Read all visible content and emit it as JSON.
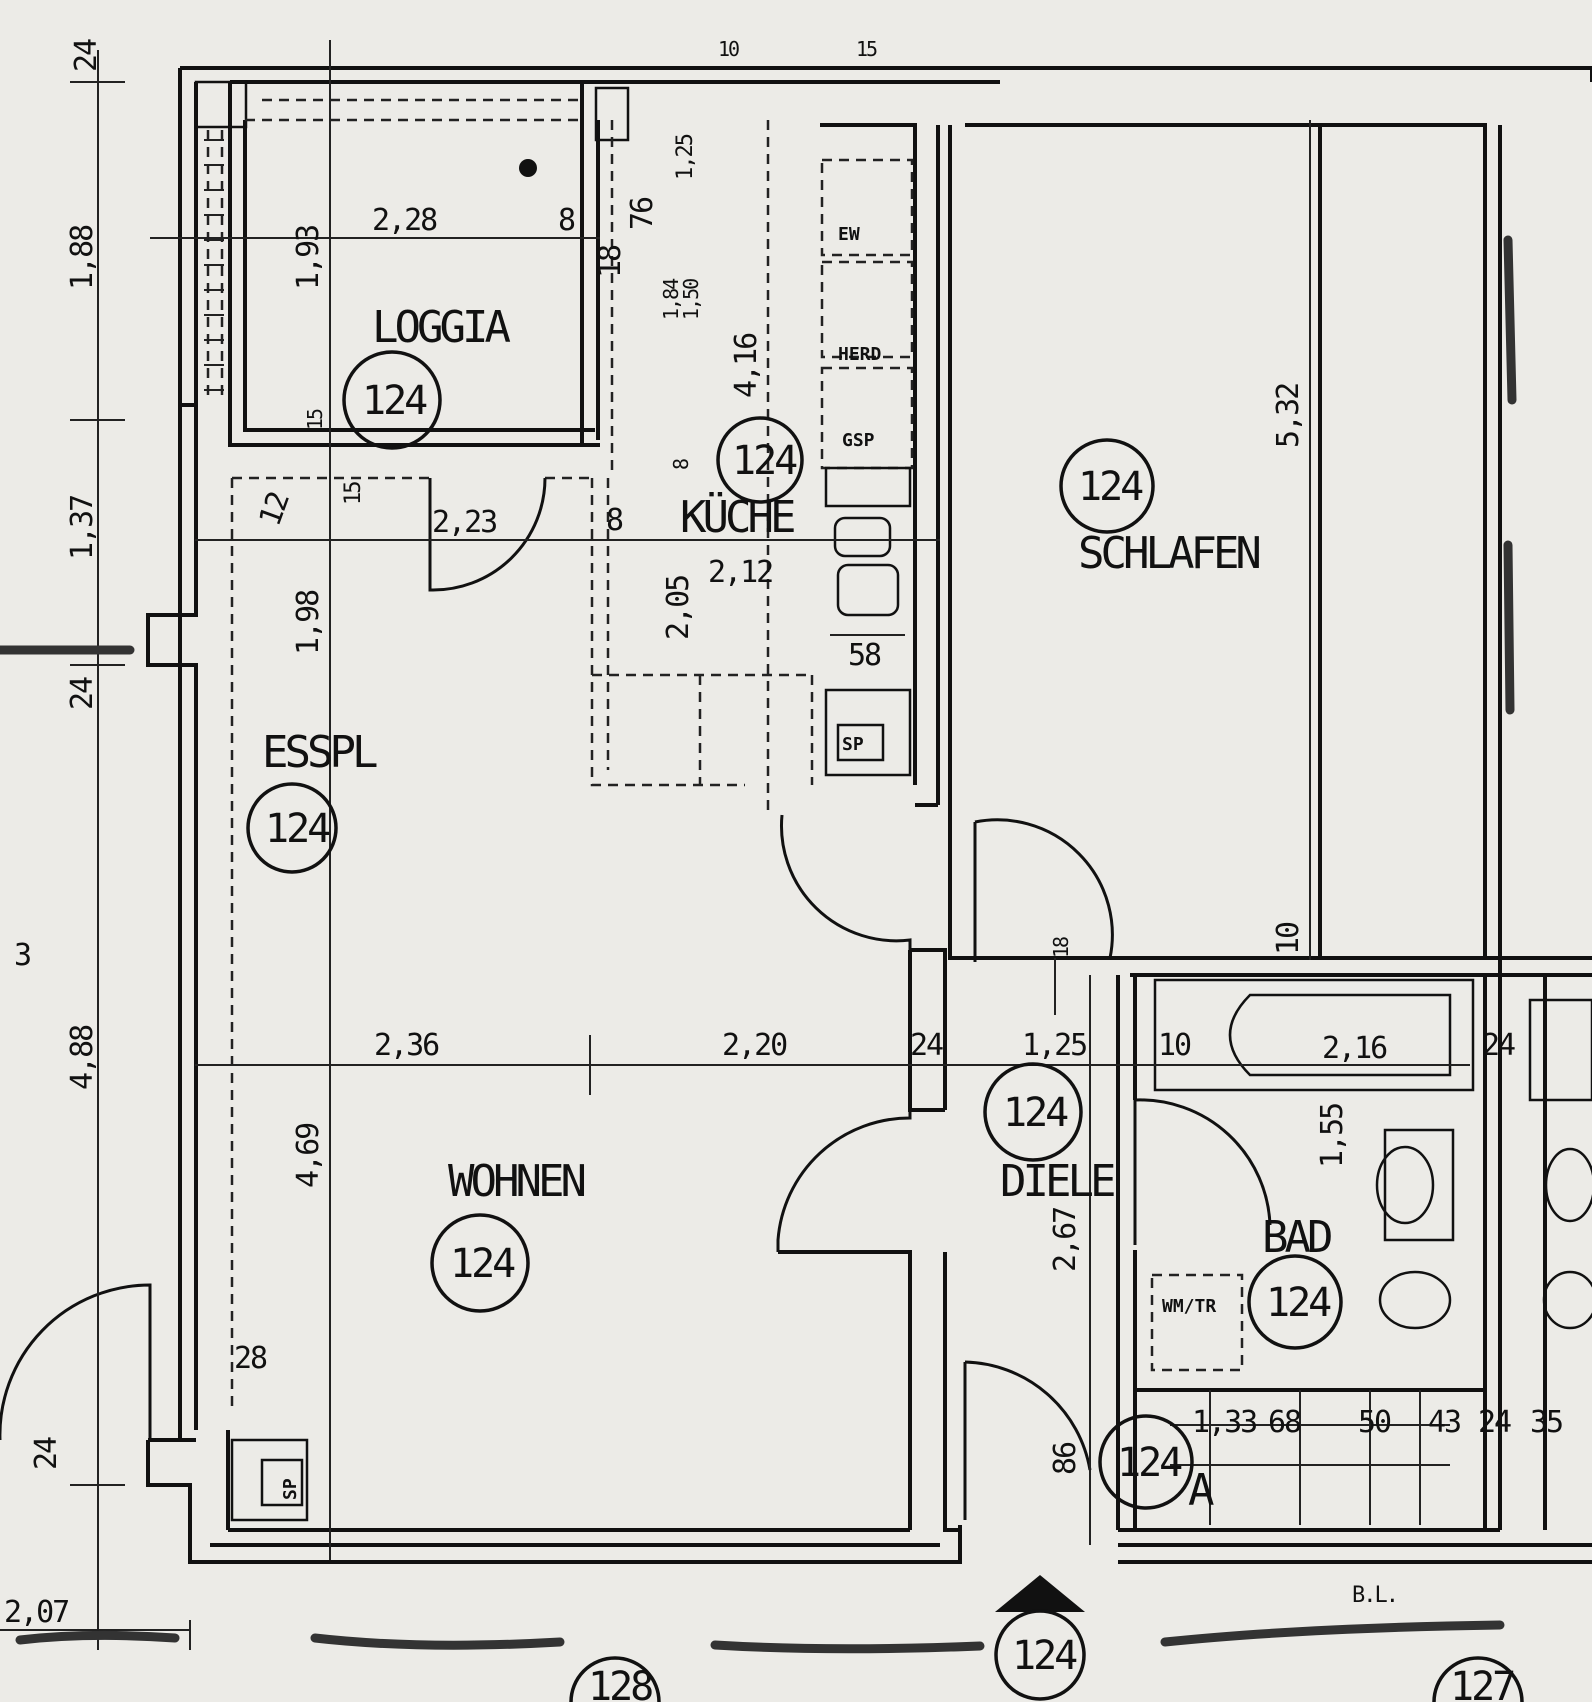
{
  "rooms": {
    "loggia": "LOGGIA",
    "kueche": "KÜCHE",
    "schlafen": "SCHLAFEN",
    "esspl": "ESSPL",
    "wohnen": "WOHNEN",
    "diele": "DIELE",
    "bad": "BAD",
    "a": "A"
  },
  "circle_labels": {
    "loggia": "124",
    "kueche": "124",
    "schlafen": "124",
    "esspl": "124",
    "wohnen": "124",
    "diele": "124",
    "bad": "124",
    "abstell": "124",
    "entrance": "124",
    "left_neighbor": "128",
    "right_neighbor": "127"
  },
  "dimensions": {
    "d_24_top": "24",
    "d_10_top": "10",
    "d_15_top": "15",
    "d_188": "1,88",
    "d_137": "1,37",
    "d_24_left": "24",
    "d_488": "4,88",
    "d_3": "3",
    "d_24_bottom_left": "24",
    "d_207": "2,07",
    "d_228": "2,28",
    "d_8_loggia": "8",
    "d_193": "1,93",
    "d_15_loggia": "15",
    "d_76": "76",
    "d_18": "18",
    "d_125_k": "1,25",
    "d_184": "1,84",
    "d_150": "1,50",
    "d_416": "4,16",
    "d_8_k": "8",
    "d_12": "12",
    "d_15_esspl": "15",
    "d_223": "2,23",
    "d_8_k2": "8",
    "d_212": "2,12",
    "d_205": "2,05",
    "d_198": "1,98",
    "d_58": "58",
    "d_532": "5,32",
    "d_10_schl": "10",
    "d_18_diele": "18",
    "d_236": "2,36",
    "d_220": "2,20",
    "d_24_wall": "24",
    "d_125_diele": "1,25",
    "d_10_bad": "10",
    "d_216": "2,16",
    "d_24_bad": "24",
    "d_155": "1,55",
    "d_469": "4,69",
    "d_267": "2,67",
    "d_28": "28",
    "d_86": "86",
    "d_133": "1,33",
    "d_68": "68",
    "d_50": "50",
    "d_43": "43",
    "d_24_a": "24",
    "d_35": "35",
    "d_bl": "B.L."
  },
  "appliances": {
    "ew": "EW",
    "herd": "HERD",
    "gsp": "GSP",
    "sp": "SP",
    "wm": "WM/TR"
  }
}
